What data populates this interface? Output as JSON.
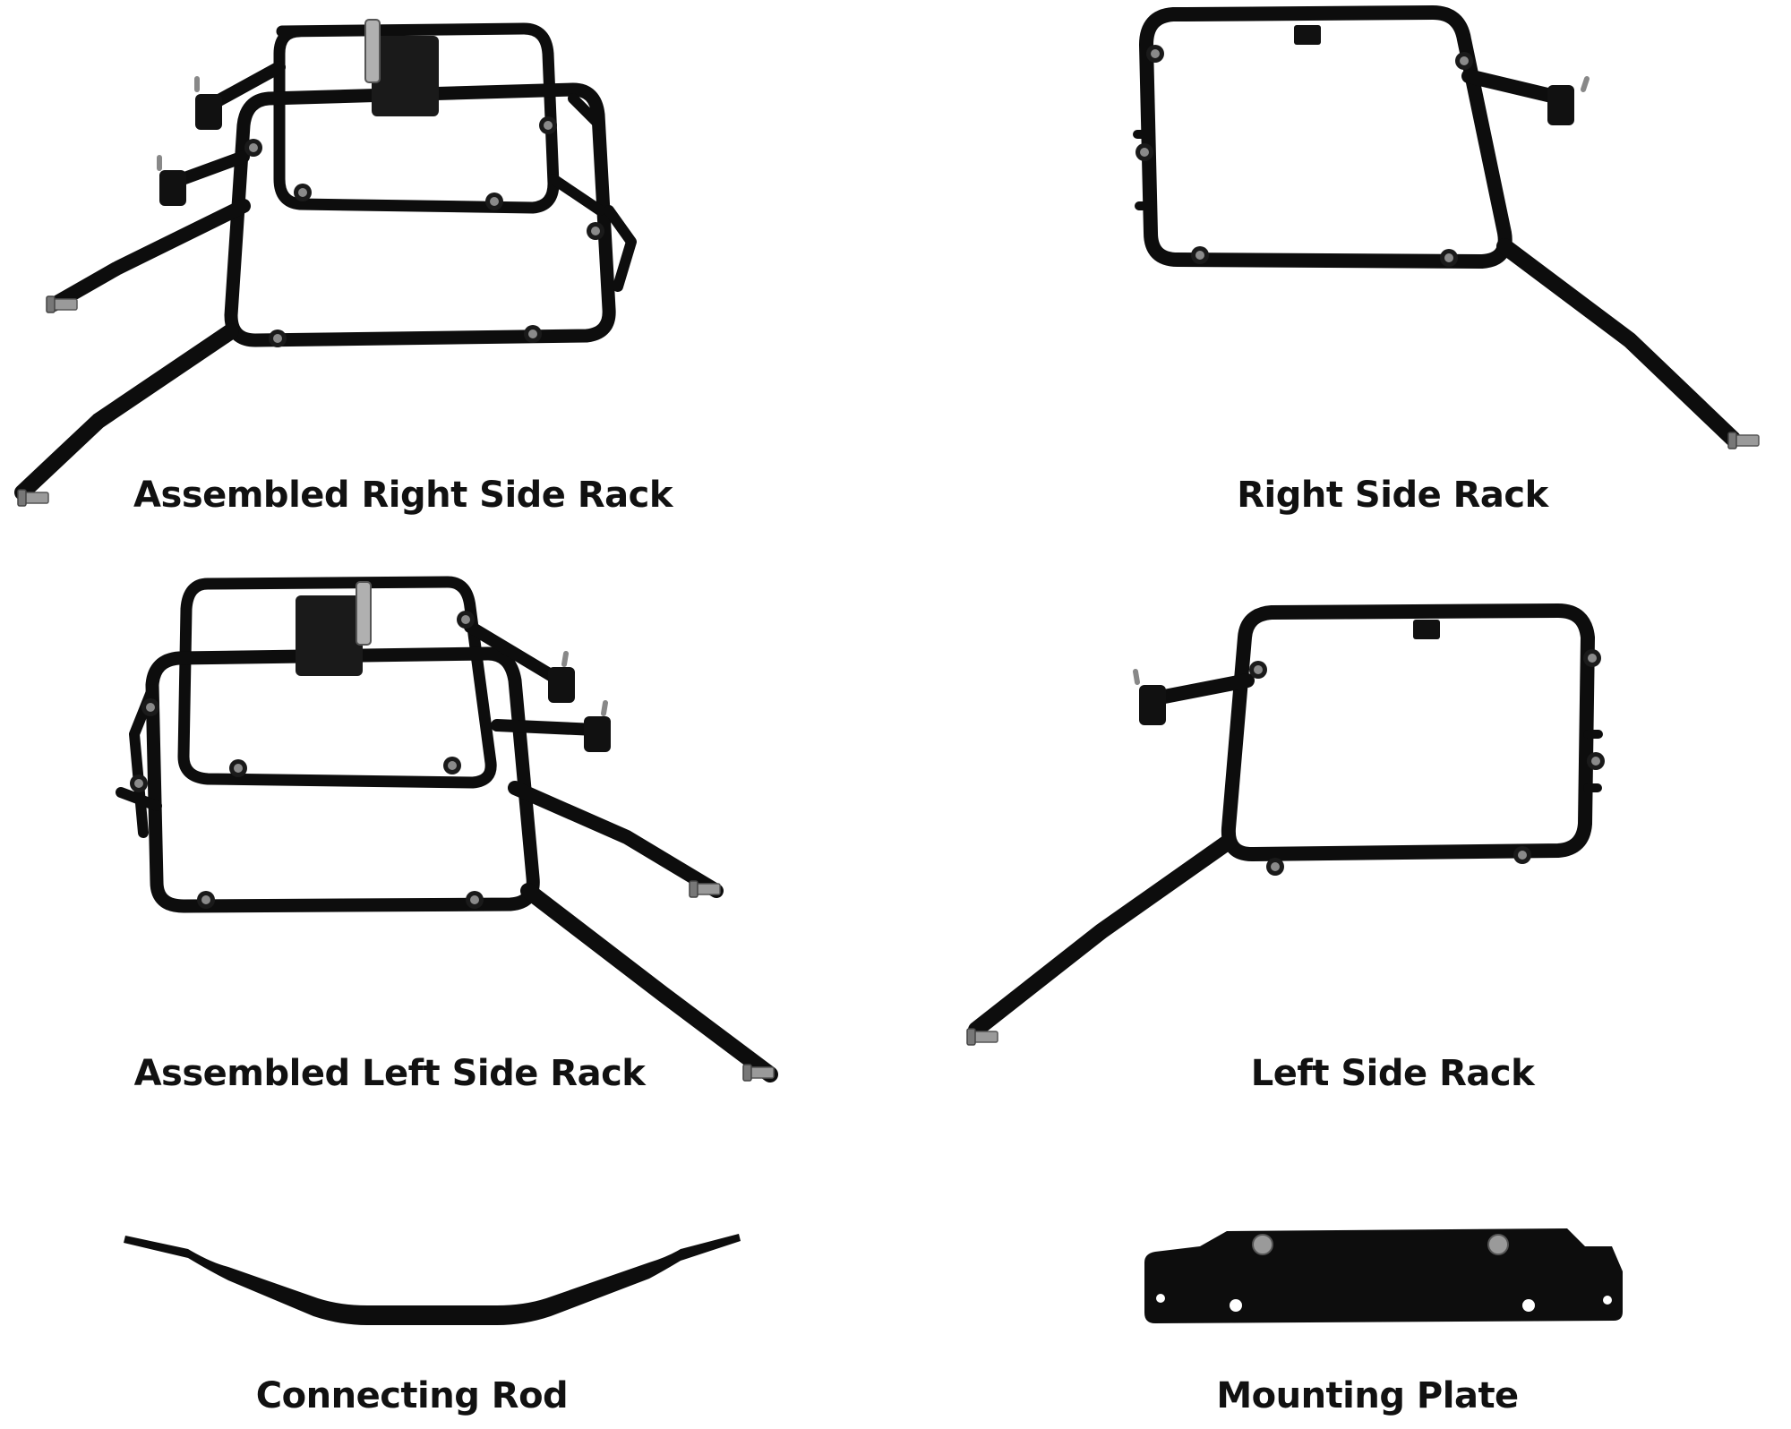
{
  "colors": {
    "background": "#ffffff",
    "tube": "#0d0d0d",
    "hardware": "#9a9a9a",
    "label": "#111111"
  },
  "parts": [
    {
      "id": "assembled-right-side-rack",
      "label": "Assembled Right Side Rack"
    },
    {
      "id": "right-side-rack",
      "label": "Right Side Rack"
    },
    {
      "id": "assembled-left-side-rack",
      "label": "Assembled Left Side Rack"
    },
    {
      "id": "left-side-rack",
      "label": "Left Side Rack"
    },
    {
      "id": "connecting-rod",
      "label": "Connecting Rod"
    },
    {
      "id": "mounting-plate",
      "label": "Mounting Plate"
    }
  ]
}
